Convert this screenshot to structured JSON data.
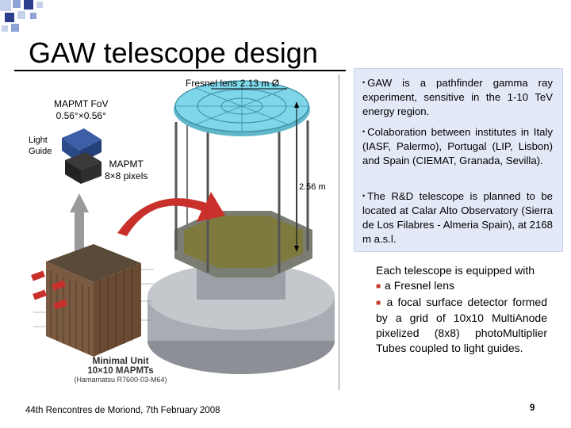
{
  "slide": {
    "title": "GAW telescope design",
    "footer": "44th Rencontres de Moriond, 7th February 2008",
    "page_number": "9"
  },
  "figure": {
    "fresnel_label": "Fresnel lens 2.13 m Ø",
    "mapmt_fov_line1": "MAPMT FoV",
    "mapmt_fov_line2": "0.56°×0.56°",
    "light_guide_line1": "Light",
    "light_guide_line2": "Guide",
    "mapmt_line1": "MAPMT",
    "mapmt_line2": "8×8 pixels",
    "height_label": "2.56 m",
    "minimal_unit_line1": "Minimal Unit",
    "minimal_unit_line2": "10×10 MAPMTs",
    "minimal_unit_line3": "(Hamamatsu R7600-03-M64)"
  },
  "bullets": [
    "GAW is a pathfinder gamma ray experiment, sensitive in the 1-10 TeV energy region.",
    "Colaboration between institutes in Italy (IASF, Palermo), Portugal (LIP, Lisbon) and Spain (CIEMAT, Granada, Sevilla).",
    "The R&D telescope is planned to be located at Calar Alto Observatory (Sierra de Los Filabres - Almeria Spain), at 2168 m a.s.l."
  ],
  "equipment": {
    "intro": "Each telescope is equipped with",
    "item1": "a Fresnel lens",
    "item2": "a focal surface detector formed by a grid of 10x10 MultiAnode pixelized (8x8) photoMultiplier Tubes coupled to light guides."
  },
  "colors": {
    "bullet_box_bg": "#e3e9f7",
    "sub_bullet": "#c0392b",
    "lens": "#7fd6e8",
    "base": "#a9adb3",
    "arrow_red": "#c9302c"
  }
}
